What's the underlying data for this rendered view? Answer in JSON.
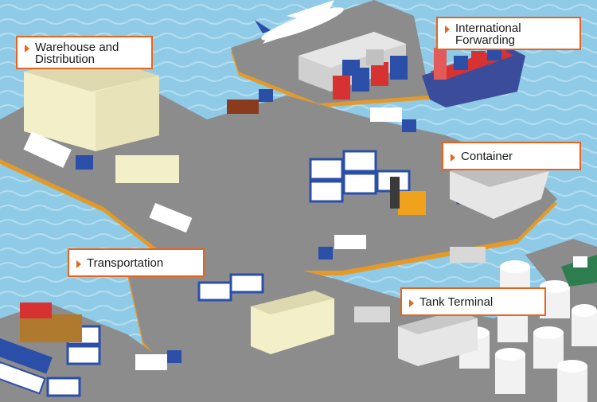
{
  "labels": {
    "warehouse": {
      "line1": "Warehouse and",
      "line2": "Distribution"
    },
    "international": {
      "line1": "International",
      "line2": "Forwarding"
    },
    "container": "Container",
    "transportation": "Transportation",
    "tank_terminal": "Tank Terminal"
  },
  "colors": {
    "sea": "#8fcbe6",
    "pier": "#8c8c8c",
    "pier_edge": "#e39a2a",
    "callout_border": "#e8631c",
    "tank": "#f2f2f2",
    "truck_blue": "#2b4fa8"
  }
}
